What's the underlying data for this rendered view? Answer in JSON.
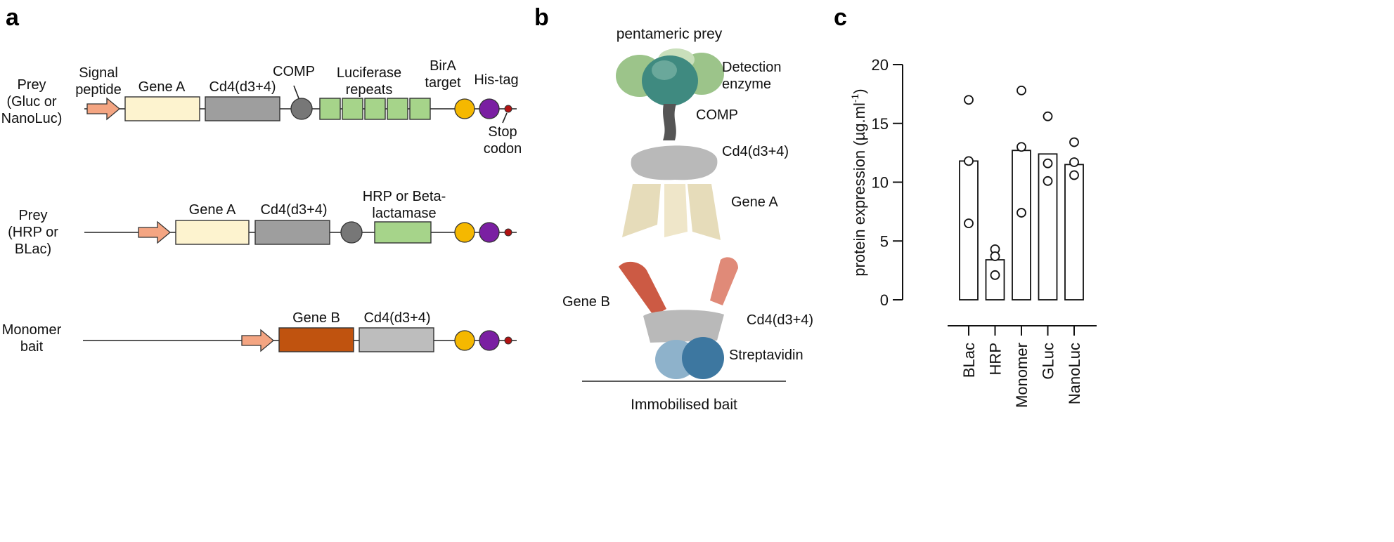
{
  "panels": {
    "a": {
      "letter": "a",
      "rows": [
        {
          "name_lines": [
            "Prey",
            "(Gluc or",
            "NanoLuc)"
          ],
          "signal_peptide_lines": [
            "Signal",
            "peptide"
          ],
          "gene": "Gene A",
          "cd4": "Cd4(d3+4)",
          "comp": "COMP",
          "enzyme_lines": [
            "Luciferase",
            "repeats"
          ],
          "birA_lines": [
            "BirA",
            "target"
          ],
          "his": "His-tag",
          "stop_lines": [
            "Stop",
            "codon"
          ]
        },
        {
          "name_lines": [
            "Prey",
            "(HRP or",
            "BLac)"
          ],
          "gene": "Gene A",
          "cd4": "Cd4(d3+4)",
          "enzyme_lines": [
            "HRP or Beta-",
            "lactamase"
          ]
        },
        {
          "name_lines": [
            "Monomer",
            "bait"
          ],
          "gene": "Gene B",
          "cd4": "Cd4(d3+4)"
        }
      ],
      "colors": {
        "signal_arrow": "#f4a582",
        "gene_a": "#fdf3cf",
        "gene_b": "#c0530f",
        "cd4": "#9e9e9e",
        "cd4_light": "#bdbdbd",
        "comp": "#777777",
        "enzyme": "#a6d48a",
        "birA": "#f5b800",
        "his": "#7a1fa2",
        "stop": "#b21212"
      }
    },
    "b": {
      "letter": "b",
      "title": "pentameric prey",
      "labels": {
        "detection_lines": [
          "Detection",
          "enzyme"
        ],
        "comp": "COMP",
        "cd4_top": "Cd4(d3+4)",
        "gene_a": "Gene A",
        "gene_b": "Gene B",
        "cd4_bottom": "Cd4(d3+4)",
        "streptavidin": "Streptavidin",
        "surface": "Immobilised bait"
      },
      "colors": {
        "enzyme_green": "#9cc48a",
        "enzyme_teal": "#3f8a80",
        "comp_gray": "#555555",
        "cd4_gray": "#b9b9b9",
        "gene_a_beige": "#e6dcba",
        "gene_b_red": "#cc5a44",
        "gene_b_pink": "#e08a78",
        "strep_blue": "#3d77a0"
      }
    },
    "c": {
      "letter": "c"
    }
  },
  "chart_data": {
    "type": "bar",
    "ylabel": "protein expression (µg.ml⁻¹)",
    "ylabel_base": "protein expression (µg.ml",
    "ylabel_sup": "-1",
    "ylabel_close": ")",
    "ylim": [
      0,
      20
    ],
    "yticks": [
      0,
      5,
      10,
      15,
      20
    ],
    "categories": [
      "BLac",
      "HRP",
      "Monomer",
      "GLuc",
      "NanoLuc"
    ],
    "values": [
      11.8,
      3.4,
      12.7,
      12.4,
      11.5
    ],
    "points": [
      [
        17.0,
        11.8,
        6.5
      ],
      [
        4.3,
        3.7,
        2.1
      ],
      [
        17.8,
        13.0,
        7.4
      ],
      [
        15.6,
        11.6,
        10.1
      ],
      [
        13.4,
        11.7,
        10.6
      ]
    ]
  }
}
